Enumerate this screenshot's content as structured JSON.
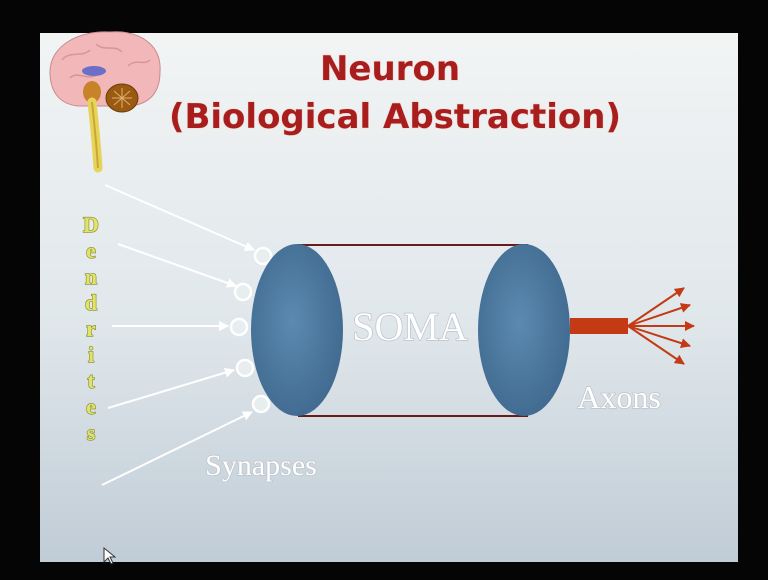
{
  "slide": {
    "title_line1": "Neuron",
    "title_line2": "(Biological Abstraction)",
    "soma_label": "SOMA",
    "axons_label": "Axons",
    "synapses_label": "Synapses",
    "dendrites_letters": [
      "D",
      "e",
      "n",
      "d",
      "r",
      "i",
      "t",
      "e",
      "s"
    ]
  },
  "colors": {
    "title": "#a81d1d",
    "cell_body": "#4e7ea6",
    "axon": "#c43a14",
    "dendrite_label": "#e3e36a",
    "slide_bg_top": "#ecf0f2",
    "slide_bg_bottom": "#c2cfd8"
  },
  "icons": {
    "brain": "brain-illustration-icon",
    "cursor": "mouse-pointer-icon"
  }
}
